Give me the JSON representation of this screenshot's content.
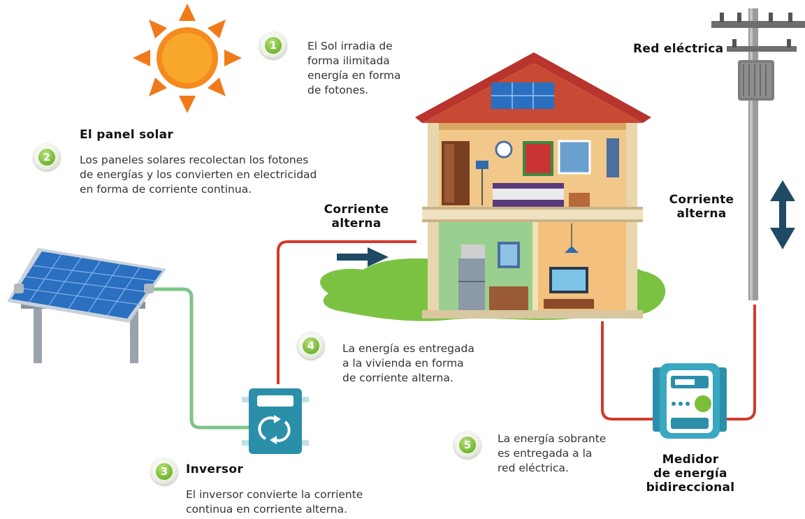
{
  "steps": [
    {
      "number": "1",
      "text": "El Sol irradia de\nforma ilimitada\nenergía en forma\nde fotones."
    },
    {
      "number": "2",
      "title": "El panel solar",
      "text": "Los paneles solares recolectan los fotones\nde energías y los convierten en electricidad\nen forma  de corriente continua."
    },
    {
      "number": "3",
      "title": "Inversor",
      "text": "El inversor convierte la corriente\ncontinua en corriente alterna."
    },
    {
      "number": "4",
      "text": "La energía es entregada\na la vivienda en forma\nde corriente alterna."
    },
    {
      "number": "5",
      "text": "La energía sobrante\nes entregada a la\nred eléctrica."
    }
  ],
  "labels": {
    "grid": "Red eléctrica",
    "ac_house": "Corriente\nalterna",
    "ac_grid": "Corriente\nalterna",
    "meter": "Medidor\nde energía\nbidireccional"
  },
  "colors": {
    "sun": "#f07a1a",
    "badge_green": "#7cbd3a",
    "dc_wire": "#7fc48a",
    "ac_wire": "#d23a2b",
    "arrow": "#1f4a63",
    "roof": "#c0322b",
    "grass": "#7cc242",
    "panel": "#2a6fc0",
    "pole": "#9a9a9a"
  }
}
